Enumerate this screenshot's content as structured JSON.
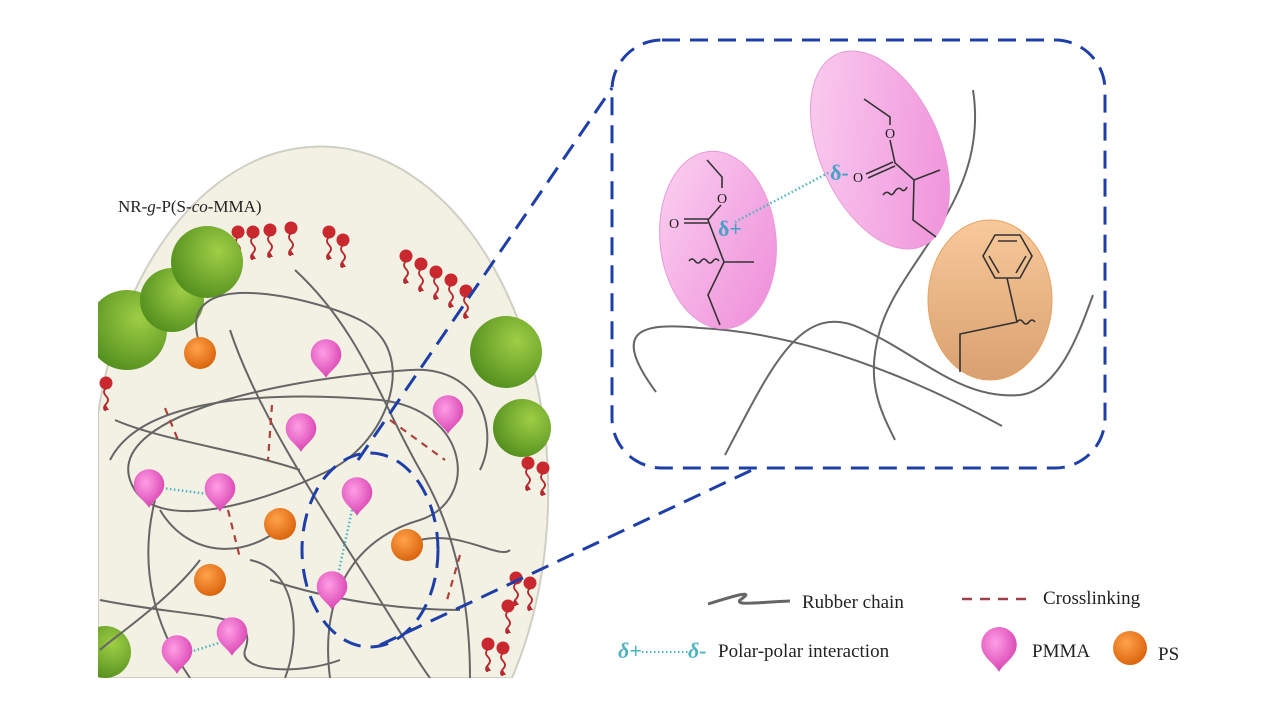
{
  "title": {
    "segments": [
      {
        "text": "NR-",
        "italic": false
      },
      {
        "text": "g",
        "italic": true
      },
      {
        "text": "-P(S-",
        "italic": false
      },
      {
        "text": "co",
        "italic": true
      },
      {
        "text": "-MMA)",
        "italic": false
      }
    ]
  },
  "zoom_panel": {
    "delta_plus": "δ+",
    "delta_minus": "δ-",
    "atom_O": "O"
  },
  "legend": {
    "rubber_chain": "Rubber chain",
    "crosslinking": "Crosslinking",
    "polar_symbol_plus": "δ+",
    "polar_symbol_minus": "δ-",
    "polar": "Polar-polar interaction",
    "pmma": "PMMA",
    "ps": "PS"
  },
  "colors": {
    "pmma": "#e85bc4",
    "ps": "#f07d1a",
    "shell": "#7db532",
    "graft": "#c8282e",
    "callout": "#1f3fa8",
    "interaction": "#4fb3c0"
  }
}
